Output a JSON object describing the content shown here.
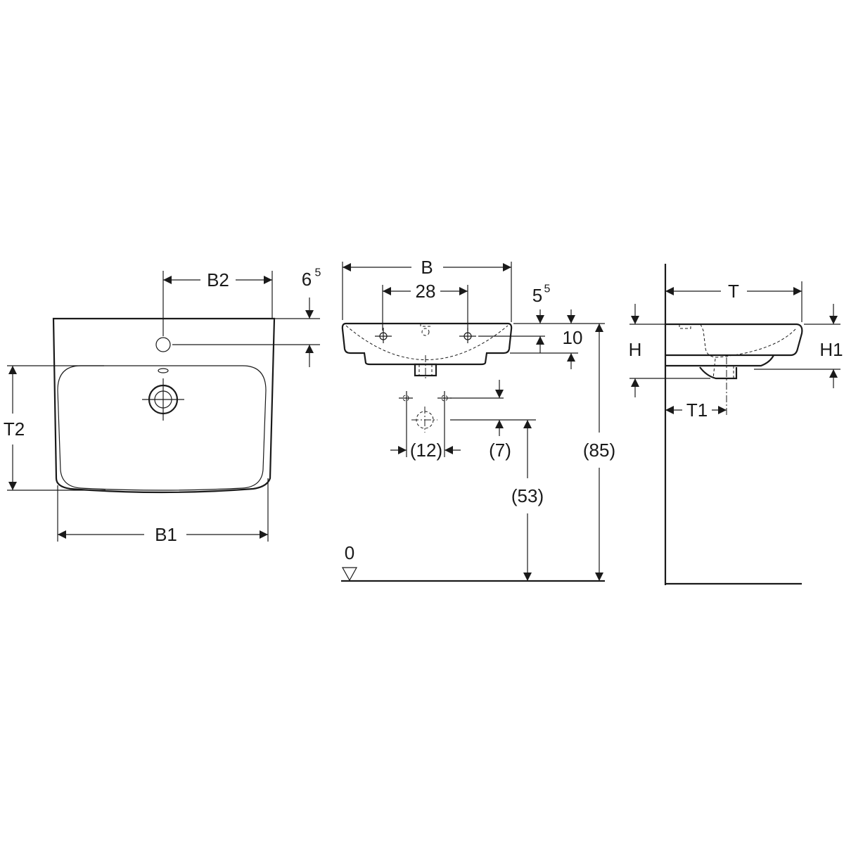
{
  "top_view": {
    "b2": "B2",
    "six": "6",
    "six_sup": "5",
    "t2": "T2",
    "b1": "B1"
  },
  "front_view": {
    "b": "B",
    "tap_spacing": "28",
    "five": "5",
    "five_sup": "5",
    "ten": "10",
    "height_85": "(85)",
    "spacing_12": "(12)",
    "offset_7": "(7)",
    "height_53": "(53)",
    "floor_zero": "0"
  },
  "side_view": {
    "t": "T",
    "h": "H",
    "h1": "H1",
    "t1": "T1"
  },
  "colors": {
    "line": "#1a1a1a",
    "background": "#ffffff"
  }
}
